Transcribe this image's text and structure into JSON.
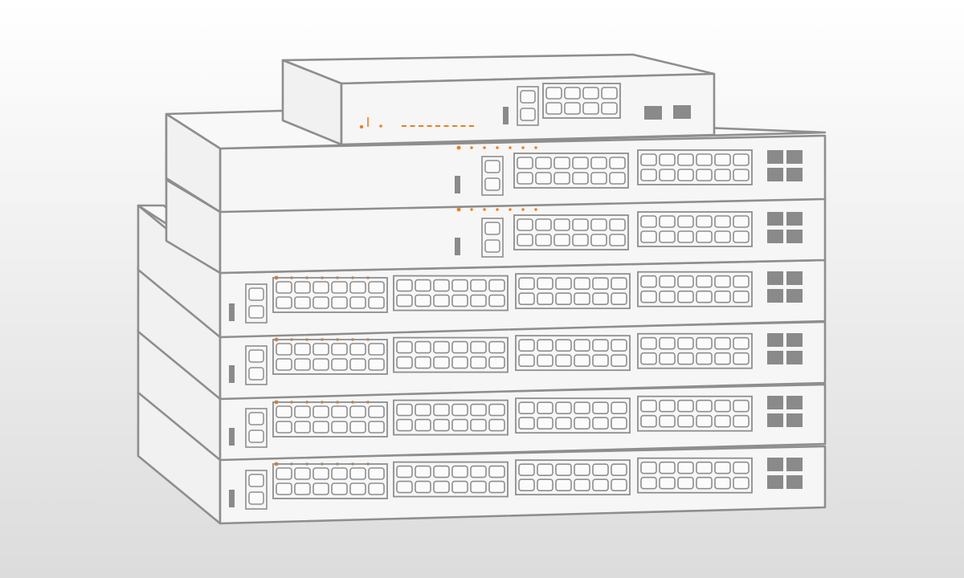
{
  "scene": {
    "subject": "stacked-network-switches",
    "palette": {
      "background_top": "#ffffff",
      "background_bottom": "#dcdcdc",
      "outline": "#8e8e8e",
      "face": "#f6f6f6",
      "side": "#f1f1f1",
      "top": "#f8f8f8",
      "port_fill": "#fbfbfb",
      "sfp_fill": "#8a8a8a",
      "led": "#f07d1b"
    },
    "units": [
      {
        "model": "desktop-16-port",
        "sfp_slots": 2
      },
      {
        "model": "rack-24-port",
        "sfp_slots": 4
      },
      {
        "model": "rack-24-port",
        "sfp_slots": 4
      },
      {
        "model": "rack-48-port",
        "sfp_slots": 4
      },
      {
        "model": "rack-48-port",
        "sfp_slots": 4
      },
      {
        "model": "rack-48-port",
        "sfp_slots": 4
      },
      {
        "model": "rack-48-port",
        "sfp_slots": 4
      }
    ]
  }
}
